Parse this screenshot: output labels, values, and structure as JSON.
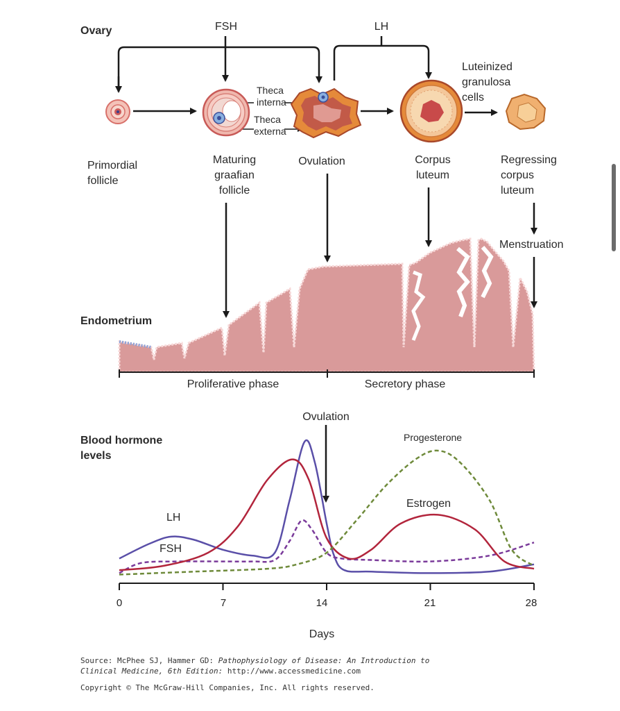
{
  "ovary": {
    "title": "Ovary",
    "fsh": "FSH",
    "lh": "LH",
    "theca_interna": "Theca interna",
    "theca_interna_1": "Theca",
    "theca_interna_2": "interna",
    "theca_externa_1": "Theca",
    "theca_externa_2": "externa",
    "luteinized_1": "Luteinized",
    "luteinized_2": "granulosa",
    "luteinized_3": "cells",
    "stages": [
      {
        "line1": "Primordial",
        "line2": "follicle",
        "line3": ""
      },
      {
        "line1": "Maturing",
        "line2": "graafian",
        "line3": "follicle"
      },
      {
        "line1": "Ovulation",
        "line2": "",
        "line3": ""
      },
      {
        "line1": "Corpus",
        "line2": "luteum",
        "line3": ""
      },
      {
        "line1": "Regressing",
        "line2": "corpus",
        "line3": "luteum"
      }
    ],
    "menstruation": "Menstruation"
  },
  "endometrium": {
    "title": "Endometrium",
    "proliferative": "Proliferative phase",
    "secretory": "Secretory phase"
  },
  "hormones": {
    "title_1": "Blood hormone",
    "title_2": "levels",
    "ovulation": "Ovulation",
    "xlabel": "Days"
  },
  "chart_data": {
    "type": "line",
    "xlabel": "Days",
    "ylabel": "Blood hormone levels",
    "xlim": [
      0,
      28
    ],
    "ylim": [
      0,
      100
    ],
    "x_ticks": [
      "0",
      "7",
      "14",
      "21",
      "28"
    ],
    "annotations": [
      "Ovulation"
    ],
    "series": [
      {
        "name": "LH",
        "color": "#5a4fa8",
        "style": "solid",
        "x": [
          0,
          2,
          3.5,
          5,
          7,
          9,
          10.5,
          11.5,
          12.5,
          13.2,
          14,
          14.5,
          15.2,
          17,
          21,
          25,
          28
        ],
        "y": [
          16,
          26,
          31,
          29,
          22,
          18,
          20,
          56,
          96,
          82,
          40,
          18,
          8,
          7,
          6,
          7,
          12
        ]
      },
      {
        "name": "FSH",
        "color": "#7a3a9a",
        "style": "dashed",
        "x": [
          0,
          1.5,
          4,
          7,
          9,
          10.5,
          11.5,
          12.3,
          13,
          14,
          15,
          17,
          21,
          25,
          28
        ],
        "y": [
          6,
          13,
          14,
          14,
          14,
          15,
          28,
          42,
          36,
          20,
          16,
          15,
          14,
          18,
          27
        ]
      },
      {
        "name": "Estrogen",
        "color": "#b2253c",
        "style": "solid",
        "x": [
          0,
          3,
          6,
          8,
          10,
          11.7,
          12.8,
          14,
          15.5,
          17,
          19,
          21.5,
          24,
          26,
          28
        ],
        "y": [
          8,
          11,
          20,
          38,
          70,
          84,
          70,
          30,
          16,
          22,
          40,
          46,
          36,
          14,
          9
        ]
      },
      {
        "name": "Progesterone",
        "color": "#6e8a3a",
        "style": "dashed",
        "x": [
          0,
          5,
          10,
          12,
          14,
          16,
          18,
          20,
          21.5,
          23,
          25,
          26.5,
          28
        ],
        "y": [
          5,
          7,
          9,
          12,
          20,
          42,
          66,
          84,
          90,
          82,
          56,
          22,
          11
        ]
      }
    ]
  },
  "source": {
    "line1_prefix": "Source: McPhee SJ, Hammer GD: ",
    "line1_title": "Pathophysiology of Disease: An Introduction to",
    "line2_title": "Clinical Medicine, 6th Edition:",
    "line2_url": " http://www.accessmedicine.com",
    "copyright": "Copyright © The McGraw-Hill Companies, Inc. All rights reserved."
  }
}
